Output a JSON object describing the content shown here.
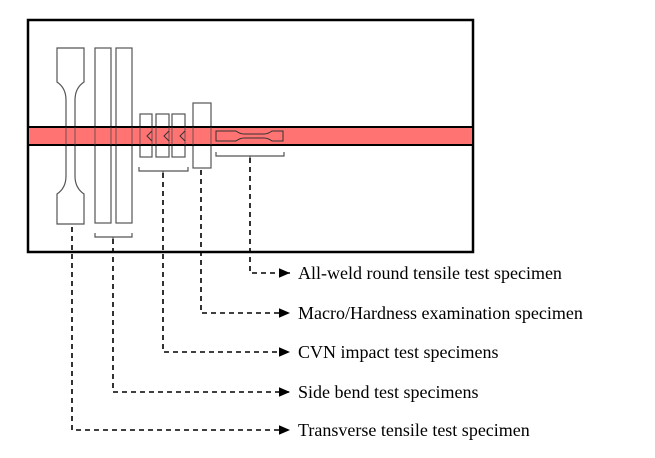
{
  "colors": {
    "weld_band": "#ff6b6b",
    "outline": "#000000"
  },
  "labels": [
    "All-weld round tensile test specimen",
    "Macro/Hardness examination specimen",
    "CVN impact test specimens",
    "Side bend test specimens",
    "Transverse tensile test specimen"
  ]
}
